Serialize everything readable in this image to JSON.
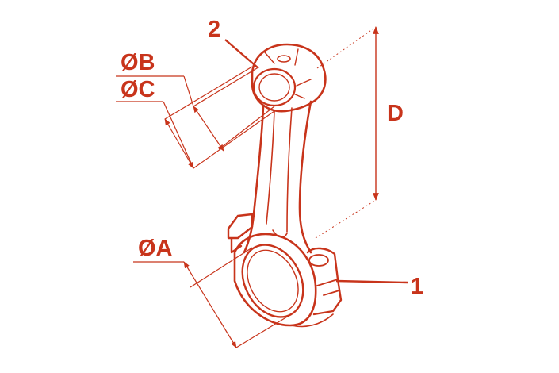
{
  "colors": {
    "line": "#c8341b",
    "label": "#c8341b",
    "background": "#ffffff"
  },
  "labels": {
    "callout_1": "1",
    "callout_2": "2",
    "dim_a": "ØA",
    "dim_b": "ØB",
    "dim_c": "ØC",
    "dim_d": "D"
  }
}
